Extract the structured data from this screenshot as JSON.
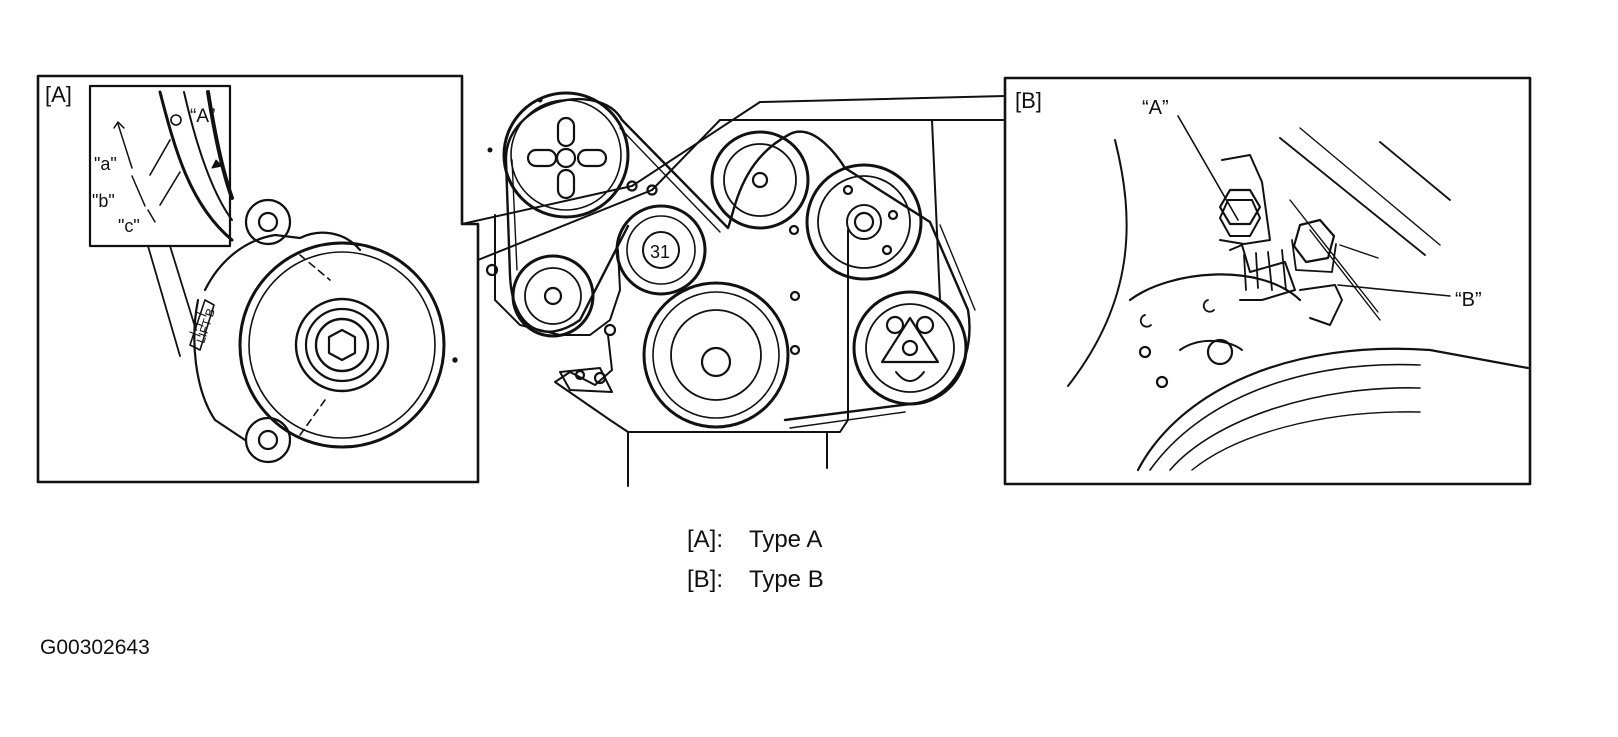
{
  "panel_a": {
    "tag": "[A]",
    "callout_A": "“A”",
    "dim_a": "\"a\"",
    "dim_b": "\"b\"",
    "dim_c": "\"c\"",
    "scale_text": "LIFT B"
  },
  "panel_b": {
    "tag": "[B]",
    "callout_A": "“A”",
    "callout_B": "“B”"
  },
  "legend": [
    {
      "key": "[A]:",
      "text": "Type A"
    },
    {
      "key": "[B]:",
      "text": "Type B"
    }
  ],
  "figure_id": "G00302643"
}
